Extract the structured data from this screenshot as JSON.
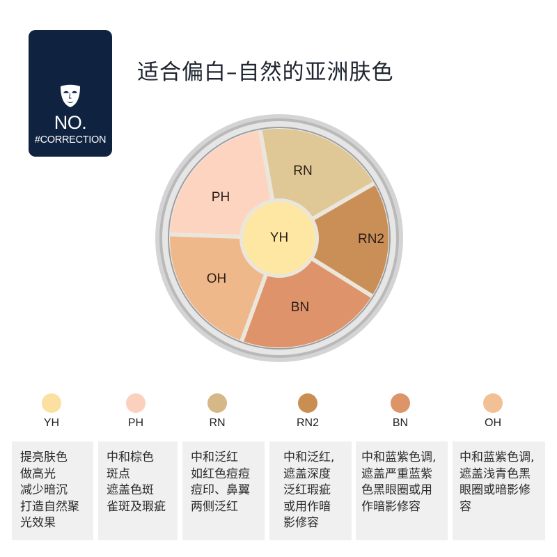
{
  "badge": {
    "icon": "theater-mask-icon",
    "title": "NO.",
    "tag": "#CORRECTION",
    "background": "#0f2240"
  },
  "headline": "适合偏白–自然的亚洲肤色",
  "palette": {
    "center": {
      "code": "YH",
      "color": "#fde7a3"
    },
    "segments": [
      {
        "code": "RN",
        "color": "#dfc796"
      },
      {
        "code": "RN2",
        "color": "#c98f56"
      },
      {
        "code": "BN",
        "color": "#de936a"
      },
      {
        "code": "OH",
        "color": "#efb88a"
      },
      {
        "code": "PH",
        "color": "#fdd4c0"
      }
    ],
    "rim_color": "#c9c9c9"
  },
  "shades": [
    {
      "code": "YH",
      "color": "#fbe0a0",
      "description": [
        "提亮肤色",
        "做高光",
        "减少暗沉",
        "打造自然聚",
        "光效果"
      ]
    },
    {
      "code": "PH",
      "color": "#fbd0bc",
      "description": [
        "中和棕色",
        "斑点",
        "遮盖色斑",
        "雀斑及瑕疵"
      ]
    },
    {
      "code": "RN",
      "color": "#d6b888",
      "description": [
        "中和泛红",
        "如红色痘痘",
        "痘印、鼻翼",
        "两侧泛红"
      ]
    },
    {
      "code": "RN2",
      "color": "#c98f52",
      "description": [
        "中和泛红,",
        "遮盖深度",
        "泛红瑕疵",
        "或用作暗",
        "影修容"
      ]
    },
    {
      "code": "BN",
      "color": "#dd9468",
      "description": [
        "中和蓝紫色调,",
        "遮盖严重蓝紫",
        "色黑眼圈或用",
        "作暗影修容"
      ]
    },
    {
      "code": "OH",
      "color": "#f1c094",
      "description": [
        "中和蓝紫色调,",
        "遮盖浅青色黑",
        "眼圈或暗影修",
        "容"
      ]
    }
  ]
}
